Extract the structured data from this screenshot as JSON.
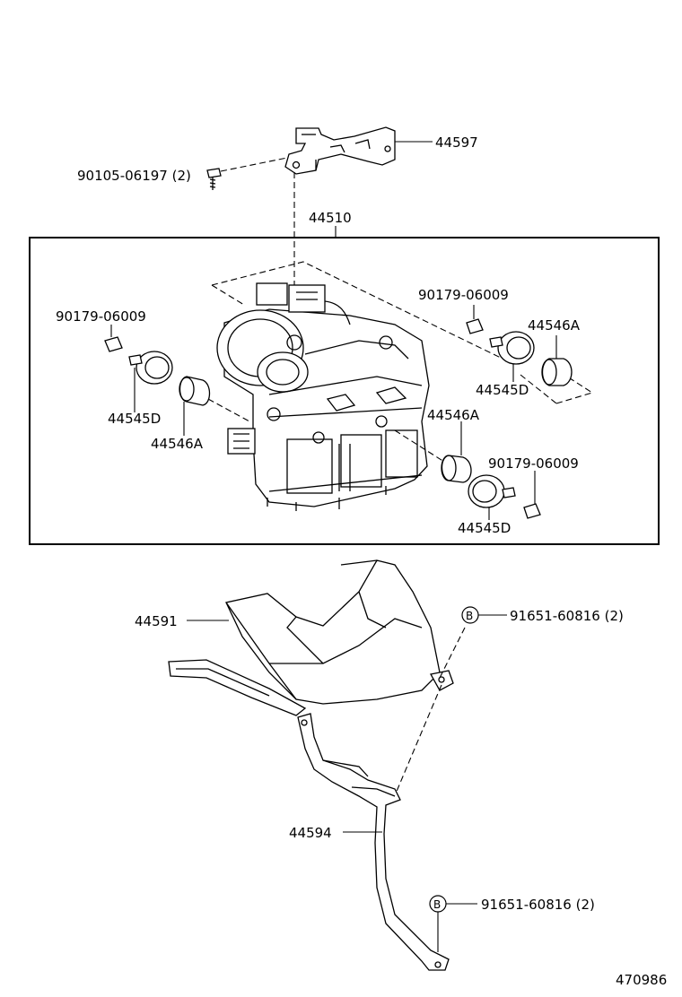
{
  "diagram": {
    "catalog_number": "470986",
    "labels": {
      "bracket_upper": "44597",
      "bolt_upper": "90105-06197 (2)",
      "actuator_assy": "44510",
      "nut_left": "90179-06009",
      "nut_right": "90179-06009",
      "nut_lower": "90179-06009",
      "cushion_a_right": "44546A",
      "cushion_d_right": "44545D",
      "cushion_d_left": "44545D",
      "cushion_a_left": "44546A",
      "cushion_a_lower": "44546A",
      "cushion_d_lower": "44545D",
      "bracket_lower": "44591",
      "bolt_b_upper": "91651-60816 (2)",
      "support": "44594",
      "bolt_b_lower": "91651-60816 (2)"
    },
    "callout_symbol": "B"
  }
}
